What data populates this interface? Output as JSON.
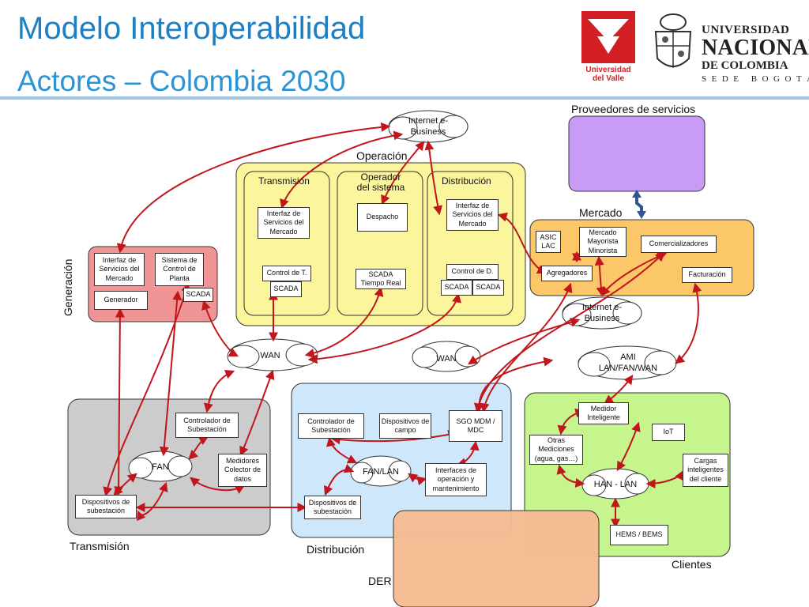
{
  "header": {
    "title": "Modelo Interoperabilidad",
    "subtitle": "Actores – Colombia 2030"
  },
  "logos": {
    "univalle": "Universidad del Valle",
    "unal_line1": "UNIVERSIDAD",
    "unal_line2": "NACIONAL",
    "unal_line3": "DE COLOMBIA",
    "unal_line4": "SEDE BOGOTÁ"
  },
  "regions": {
    "proveedores": "Proveedores de servicios",
    "mercado": "Mercado",
    "operacion": "Operación",
    "generacion": "Generación",
    "transmision": "Transmisión",
    "distribucion": "Distribución",
    "clientes": "Clientes",
    "der": "DER"
  },
  "operacion_columns": {
    "transmision": "Transmisión",
    "operador": "Operador del sistema",
    "distribucion": "Distribución"
  },
  "nodes": {
    "gen_interfaz": "Interfaz de Servicios del Mercado",
    "gen_control": "Sistema de Control de Planta",
    "gen_generador": "Generador",
    "gen_scada": "SCADA",
    "op_t_interfaz": "Interfaz de Servicios del Mercado",
    "op_t_control": "Control de T.",
    "op_t_scada": "SCADA",
    "op_despacho": "Despacho",
    "op_scada_rt": "SCADA Tiempo Real",
    "op_d_interfaz": "Interfaz de Servicios del Mercado",
    "op_d_control": "Control de D.",
    "op_d_scada1": "SCADA",
    "op_d_scada2": "SCADA",
    "m_asic": "ASIC LAC",
    "m_mayorista": "Mercado Mayorista Minorista",
    "m_comercializadores": "Comercializadores",
    "m_agregadores": "Agregadores",
    "m_facturacion": "Facturación",
    "t_controlador": "Controlador de Subestación",
    "t_medidores": "Medidores Colector de datos",
    "t_dispositivos": "Dispositivos de subestación",
    "d_controlador": "Controlador de Subestación",
    "d_campo": "Dispositivos de campo",
    "d_sgo": "SGO MDM / MDC",
    "d_interfaces": "Interfaces de operación y mantenimiento",
    "d_dispositivos": "Dispositivos de subestación",
    "c_medidor": "Medidor Inteligente",
    "c_otras": "Otras Mediciones (agua, gas…)",
    "c_iot": "IoT",
    "c_cargas": "Cargas inteligentes del cliente",
    "c_hems": "HEMS / BEMS"
  },
  "clouds": {
    "internet_top": "Internet e-Business",
    "internet_mid": "Internet e-Business",
    "wan_left": "WAN",
    "wan_right": "WAN",
    "ami": "AMI LAN/FAN/WAN",
    "fan": "FAN",
    "fan_lan": "FAN/LAN",
    "han_lan": "HAN - LAN"
  },
  "colors": {
    "title": "#1e7fc2",
    "arrow": "#c0161c",
    "generacion": "#f19495",
    "operacion": "#fbf59b",
    "mercado": "#fcc768",
    "proveedores": "#c89cf5",
    "transmision": "#cccccc",
    "distribucion": "#cfe7fb",
    "clientes": "#c7f58d",
    "der": "#f6bc92",
    "link": "#2f5597"
  }
}
